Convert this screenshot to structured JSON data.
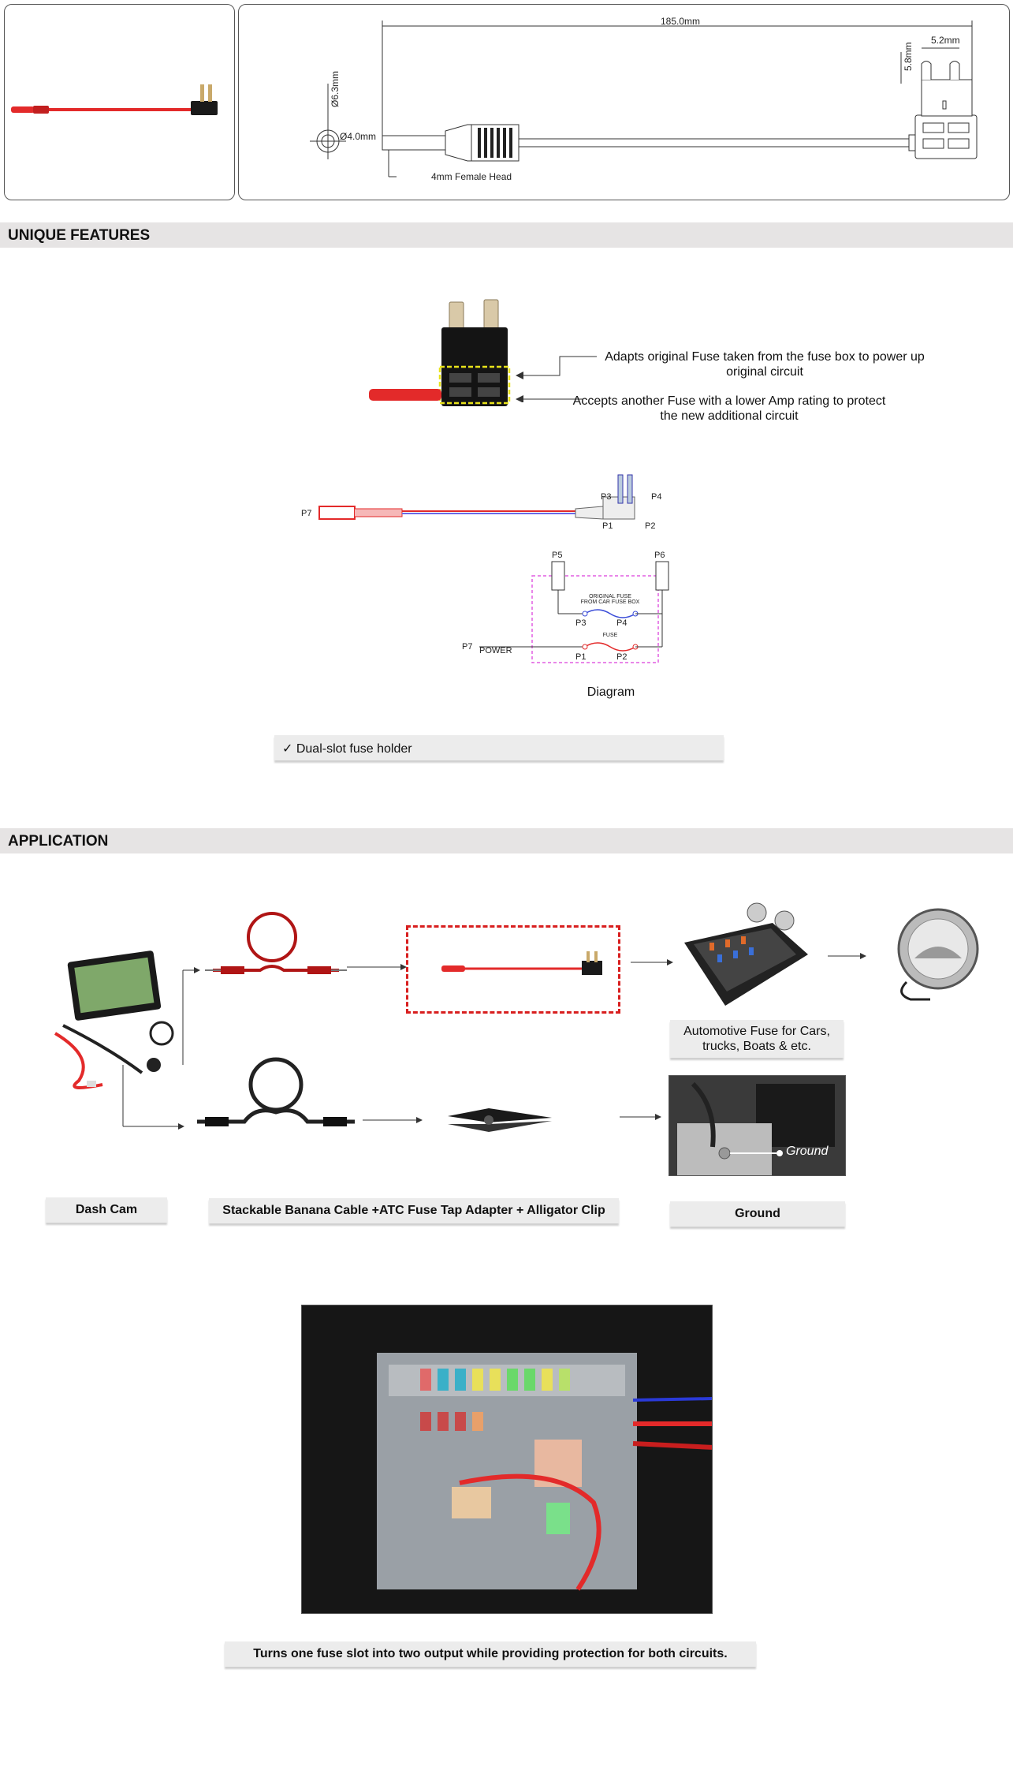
{
  "spec": {
    "length_label": "185.0mm",
    "width_label": "5.2mm",
    "height_label": "5.8mm",
    "outer_dia_label": "Ø6.3mm",
    "inner_dia_label": "Ø4.0mm",
    "head_label": "4mm Female Head"
  },
  "features": {
    "title": "UNIQUE FEATURES",
    "callout_top": "Adapts original Fuse taken from the fuse box to power up original circuit",
    "callout_bottom": "Accepts another Fuse with a lower Amp rating to protect the new additional circuit",
    "diagram_caption": "Diagram",
    "check_item": "✓ Dual-slot fuse holder",
    "schematic": {
      "p1": "P1",
      "p2": "P2",
      "p3": "P3",
      "p4": "P4",
      "p5": "P5",
      "p6": "P6",
      "p7": "P7",
      "power": "POWER",
      "original_fuse": "ORIGINAL FUSE",
      "from_box": "FROM CAR FUSE BOX",
      "fuse": "FUSE"
    }
  },
  "application": {
    "title": "APPLICATION",
    "auto_fuse_label": "Automotive Fuse for Cars, trucks, Boats & etc.",
    "ground_photo_label": "Ground",
    "dash_cam_label": "Dash Cam",
    "cable_label": "Stackable Banana Cable +ATC Fuse Tap Adapter + Alligator Clip",
    "ground_label": "Ground",
    "bottom_caption": "Turns one fuse slot into two output while providing protection for both circuits."
  },
  "colors": {
    "cable_red": "#e32a2a",
    "bar_gray": "#e6e4e4",
    "dashed_red": "#d81f1f",
    "magenta": "#e25fe2",
    "yellow_dash": "#e8e21a"
  }
}
